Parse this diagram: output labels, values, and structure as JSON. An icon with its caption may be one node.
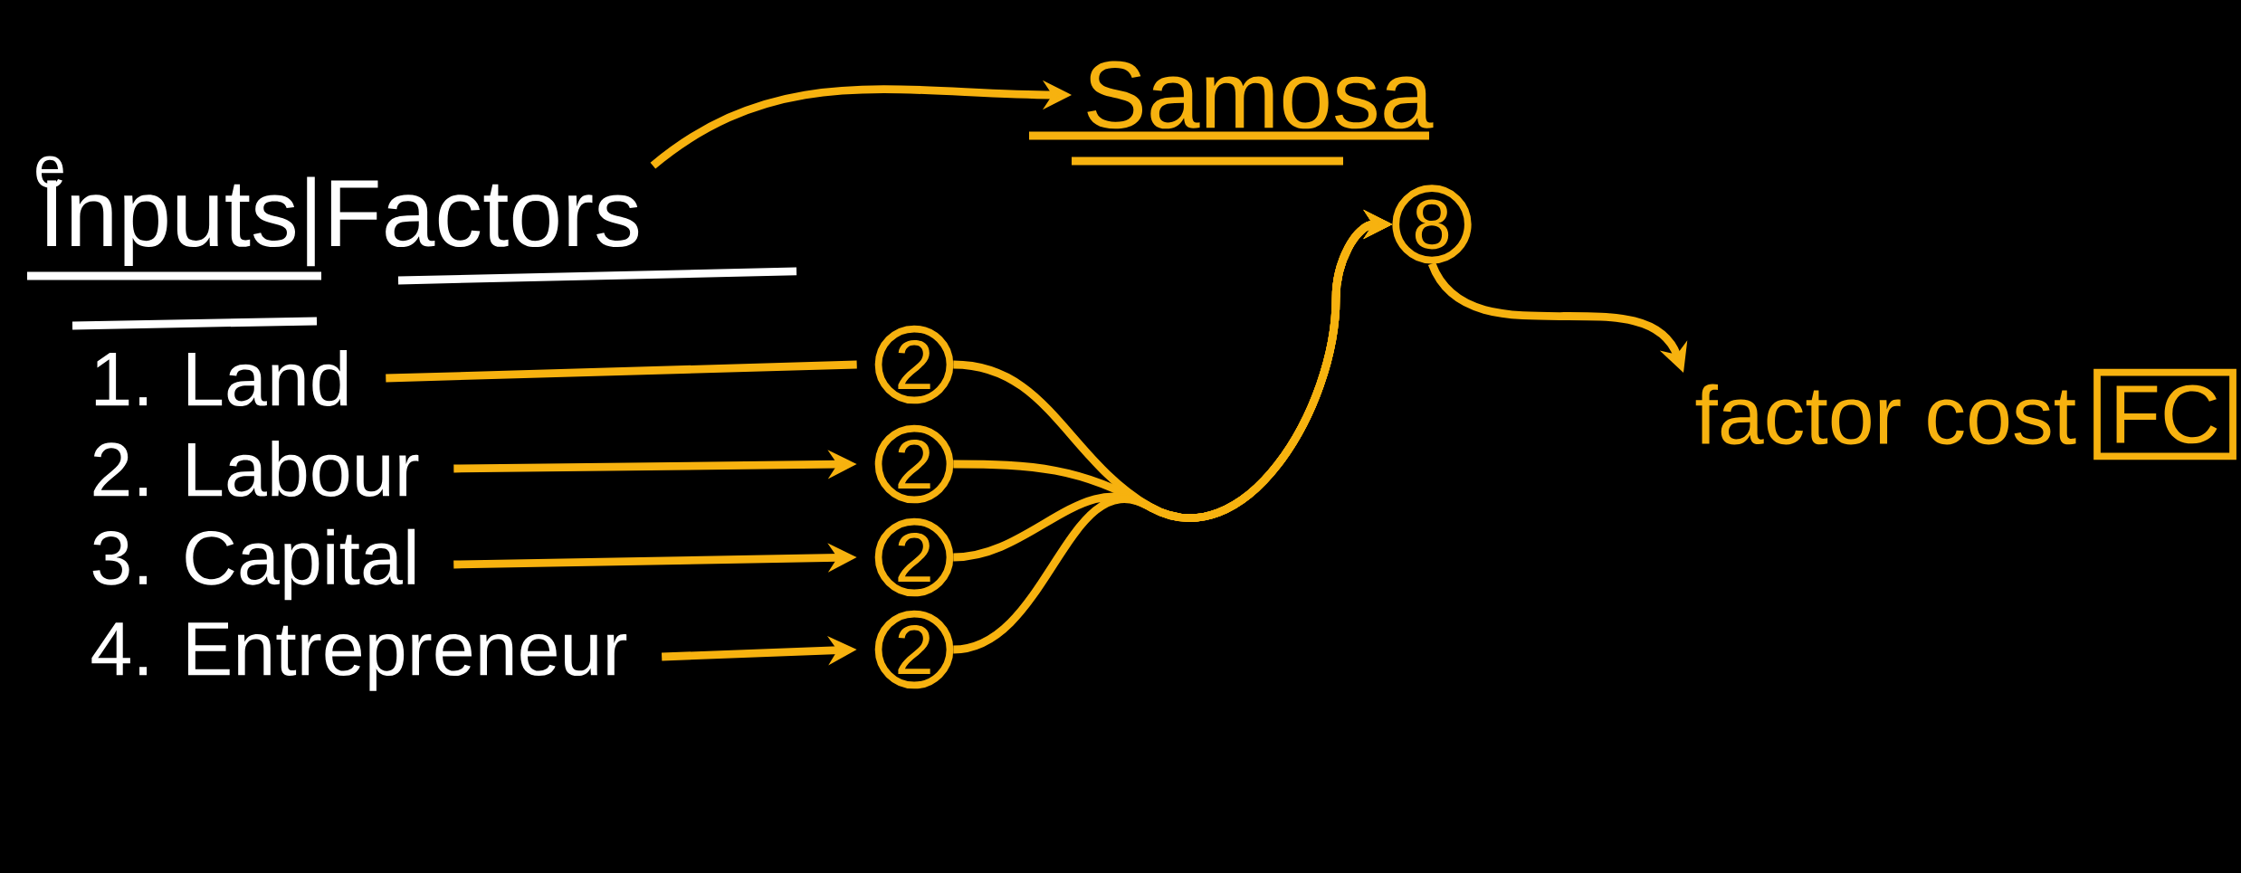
{
  "diagram": {
    "nodes": [
      {
        "text": [
          "Inputs|Factors"
        ]
      },
      {
        "text": [
          "Samosa"
        ]
      },
      {
        "text": [
          "1. Land"
        ]
      },
      {
        "text": [
          "2. Labour"
        ]
      },
      {
        "text": [
          "3. Capital"
        ]
      },
      {
        "text": [
          "4. Entrepreneur"
        ]
      },
      {
        "text": [
          "2"
        ]
      },
      {
        "text": [
          "2"
        ]
      },
      {
        "text": [
          "2"
        ]
      },
      {
        "text": [
          "2"
        ]
      },
      {
        "text": [
          "8"
        ]
      },
      {
        "text": [
          "factor cost"
        ]
      },
      {
        "text": [
          "FC"
        ]
      }
    ],
    "edges": [
      {
        "from": 0,
        "to": 1,
        "arrow": "to"
      },
      {
        "from": 2,
        "to": 6,
        "arrow": "none"
      },
      {
        "from": 3,
        "to": 7,
        "arrow": "to"
      },
      {
        "from": 4,
        "to": 8,
        "arrow": "to"
      },
      {
        "from": 5,
        "to": 9,
        "arrow": "to"
      },
      {
        "from": 6,
        "to": 10,
        "arrow": "to"
      },
      {
        "from": 7,
        "to": 10,
        "arrow": "to"
      },
      {
        "from": 8,
        "to": 10,
        "arrow": "to"
      },
      {
        "from": 9,
        "to": 10,
        "arrow": "to"
      },
      {
        "from": 10,
        "to": 11,
        "arrow": "to"
      }
    ],
    "labels": [
      "e"
    ]
  }
}
